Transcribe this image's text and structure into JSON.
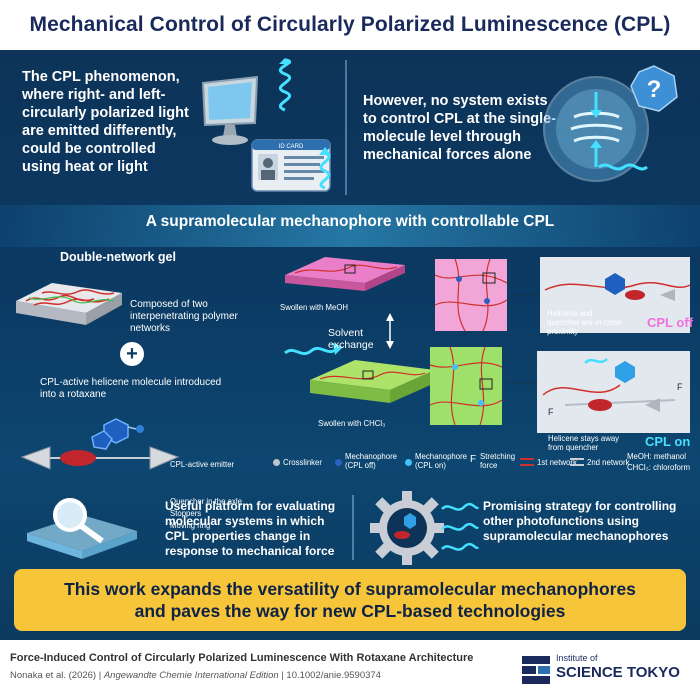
{
  "title": "Mechanical Control of Circularly Polarized Luminescence (CPL)",
  "top": {
    "left_text": "The CPL phenomenon, where right- and left-circularly polarized light are emitted differently, could be controlled using heat or light",
    "id_card_label": "ID CARD",
    "right_text": "However, no system exists to control CPL at the single-molecule level through mechanical forces alone",
    "question_mark": "?"
  },
  "section_title": "A supramolecular mechanophore with controllable CPL",
  "gel": {
    "heading": "Double-network gel",
    "description": "Composed of two interpenetrating polymer networks",
    "plus": "+",
    "rotaxane_text": "CPL-active helicene molecule introduced into a rotaxane",
    "labels": {
      "emitter": "CPL-active emitter",
      "quencher": "Quencher in the axle",
      "stoppers": "Stoppers",
      "ring": "Moving ring"
    }
  },
  "process": {
    "swollen_meoh": "Swollen with MeOH",
    "solvent": "Solvent exchange",
    "swollen_chcl3": "Swollen with CHCl₃",
    "proximity_text": "Helicene and quencher are in close proximity",
    "cpl_off": "CPL off",
    "away_text": "Helicene stays away from quencher",
    "cpl_on": "CPL on",
    "force_letter": "F"
  },
  "legend": {
    "crosslinker": "Crosslinker",
    "mechanophore_off": "Mechanophore (CPL off)",
    "mechanophore_on": "Mechanophore (CPL on)",
    "f_symbol": "F",
    "stretching": "Stretching force",
    "network1": "1st network",
    "network2": "2nd network",
    "meoh": "MeOH: methanol",
    "chcl3": "CHCl₃: chloroform"
  },
  "bottom": {
    "left_text": "Useful platform for evaluating molecular systems in which CPL properties change in response to mechanical force",
    "right_text": "Promising strategy for controlling other photofunctions using supramolecular mechanophores"
  },
  "banner": {
    "line1": "This work expands the versatility of supramolecular mechanophores",
    "line2": "and paves the way for new CPL-based technologies"
  },
  "footer": {
    "paper_title": "Force-Induced Control of Circularly Polarized Luminescence With Rotaxane Architecture",
    "authors": "Nonaka et al. (2026)",
    "journal": "Angewandte Chemie International Edition",
    "doi": "10.1002/anie.9590374",
    "logo_small": "Institute of",
    "logo_main": "SCIENCE TOKYO"
  },
  "colors": {
    "title": "#1a2a5c",
    "panel_bg": "#0b3a63",
    "banner": "#f7c53a",
    "cpl_off": "#f070e0",
    "cpl_on": "#45e0ff",
    "network_red": "#d0302c",
    "network_green": "#3fbf4a"
  }
}
